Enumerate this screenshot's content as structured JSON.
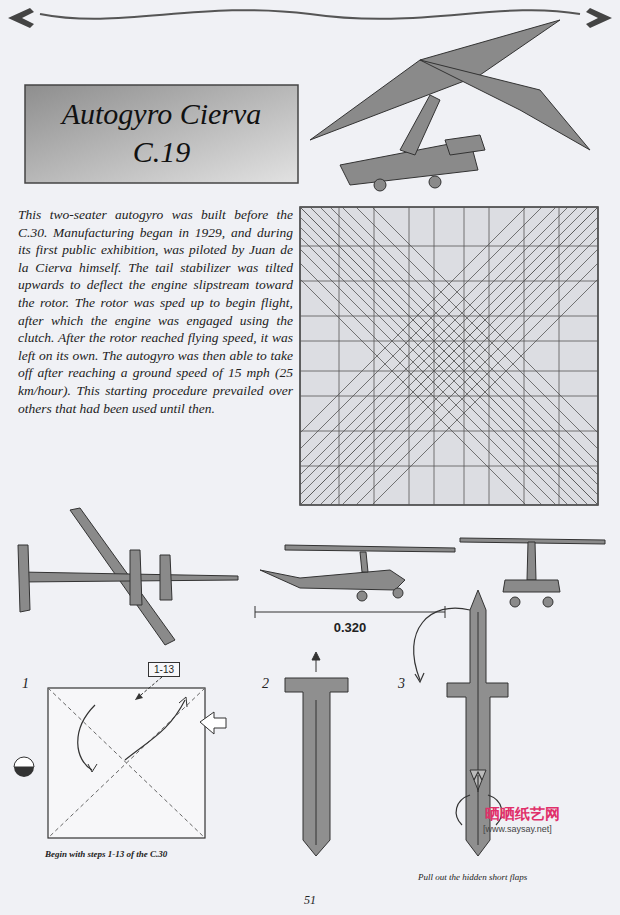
{
  "diagram": {
    "title": "Autogyro Cierva C.19",
    "nodes": [
      {
        "text": [
          "1-13"
        ]
      }
    ],
    "labels": [
      "This two-seater autogyro was built before the C.30. Manufacturing began in 1929, and during its first public exhibition, was piloted by Juan de la Cierva himself. The tail stabilizer was tilted upwards to deflect the engine slipstream toward the rotor. The rotor was sped up to begin flight, after which the engine was engaged using the clutch. After the rotor reached flying speed, it was left on its own. The autogyro was then able to take off after reaching a ground speed of 15 mph (25 km/hour). This starting procedure prevailed over others that had been used until then.",
      "0.320",
      "1",
      "2",
      "3",
      "Begin with steps 1-13 of the C.30",
      "Pull out the hidden short flaps",
      "51",
      "晒晒纸艺网",
      "[www.saysay.net]"
    ]
  }
}
